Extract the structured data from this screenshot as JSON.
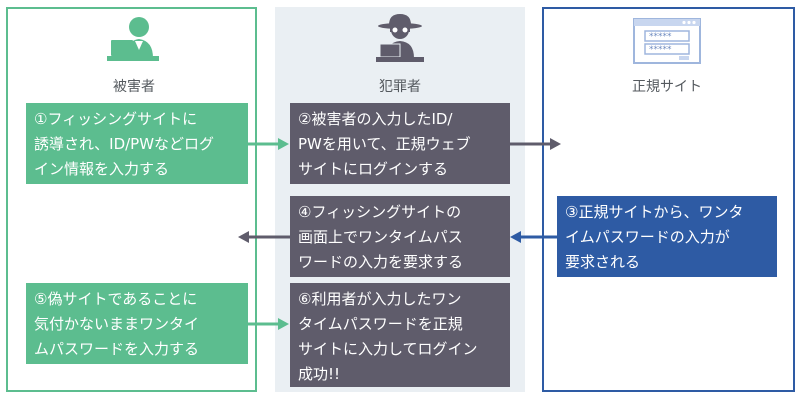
{
  "colors": {
    "victim": "#5cbd8f",
    "criminal": "#5f5c6b",
    "site": "#2e5ba4",
    "criminal_bg": "#eaeff3"
  },
  "lanes": {
    "victim": {
      "label": "被害者",
      "icon": "user-at-laptop-icon"
    },
    "criminal": {
      "label": "犯罪者",
      "icon": "hacker-icon"
    },
    "site": {
      "label": "正規サイト",
      "icon": "login-window-icon"
    }
  },
  "steps": [
    {
      "text": "①フィッシングサイトに\n誘導され、ID/PWなどログ\nイン情報を入力する"
    },
    {
      "text": "②被害者の入力したID/\nPWを用いて、正規ウェブ\nサイトにログインする"
    },
    {
      "text": "③正規サイトから、ワンタ\nイムパスワードの入力が\n要求される"
    },
    {
      "text": "④フィッシングサイトの\n画面上でワンタイムパス\nワードの入力を要求する"
    },
    {
      "text": "⑤偽サイトであることに\n気付かないままワンタイ\nムパスワードを入力する"
    },
    {
      "text": "⑥利用者が入力したワン\nタイムパスワードを正規\nサイトに入力してログイン\n成功!!"
    }
  ]
}
